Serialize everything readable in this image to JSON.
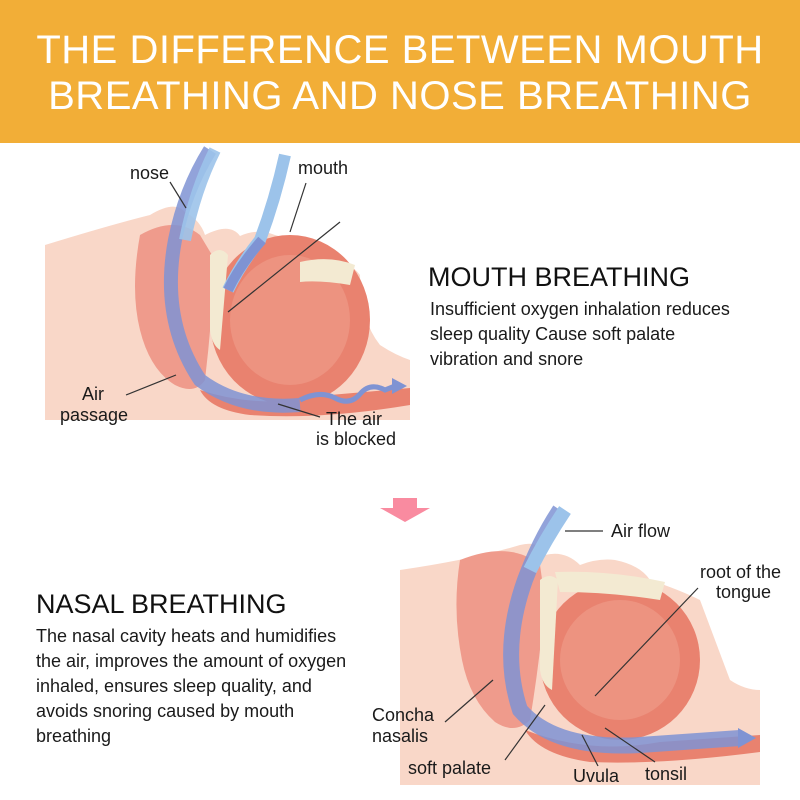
{
  "header": {
    "title_line1": "THE DIFFERENCE BETWEEN MOUTH",
    "title_line2": "BREATHING AND NOSE BREATHING",
    "background_color": "#f2ae37",
    "text_color": "#ffffff"
  },
  "mouth_breathing": {
    "heading": "MOUTH BREATHING",
    "description": "Insufficient oxygen inhalation reduces sleep quality Cause soft palate vibration and snore",
    "description_lines": [
      "Insufficient oxygen inhalation reduces",
      "sleep quality Cause soft palate",
      "vibration and snore"
    ],
    "diagram_labels": {
      "nose": "nose",
      "mouth": "mouth",
      "air_passage_1": "Air",
      "air_passage_2": "passage",
      "blocked_1": "The air",
      "blocked_2": "is blocked"
    }
  },
  "transition_arrow": {
    "icon": "down-arrow-icon",
    "color": "#f98ba0"
  },
  "nasal_breathing": {
    "heading": "NASAL BREATHING",
    "description": "The nasal cavity heats and humidifies the air, improves the amount of oxygen inhaled, ensures sleep quality, and avoids snoring caused by mouth breathing",
    "description_lines": [
      "The nasal cavity heats and humidifies",
      "the air, improves the amount of oxygen",
      "inhaled, ensures sleep quality, and",
      "avoids snoring caused by mouth",
      "breathing"
    ],
    "diagram_labels": {
      "air_flow": "Air flow",
      "root_tongue_1": "root of the",
      "root_tongue_2": "tongue",
      "concha_1": "Concha",
      "concha_2": "nasalis",
      "soft_palate": "soft palate",
      "uvula": "Uvula",
      "tonsil": "tonsil"
    }
  },
  "colors": {
    "skin": "#f9d7c8",
    "tissue": "#ef9b8c",
    "muscle": "#e9826f",
    "airflow": "#7f93d3",
    "airflow_light": "#9cc3ea",
    "bone": "#f3ead2"
  }
}
